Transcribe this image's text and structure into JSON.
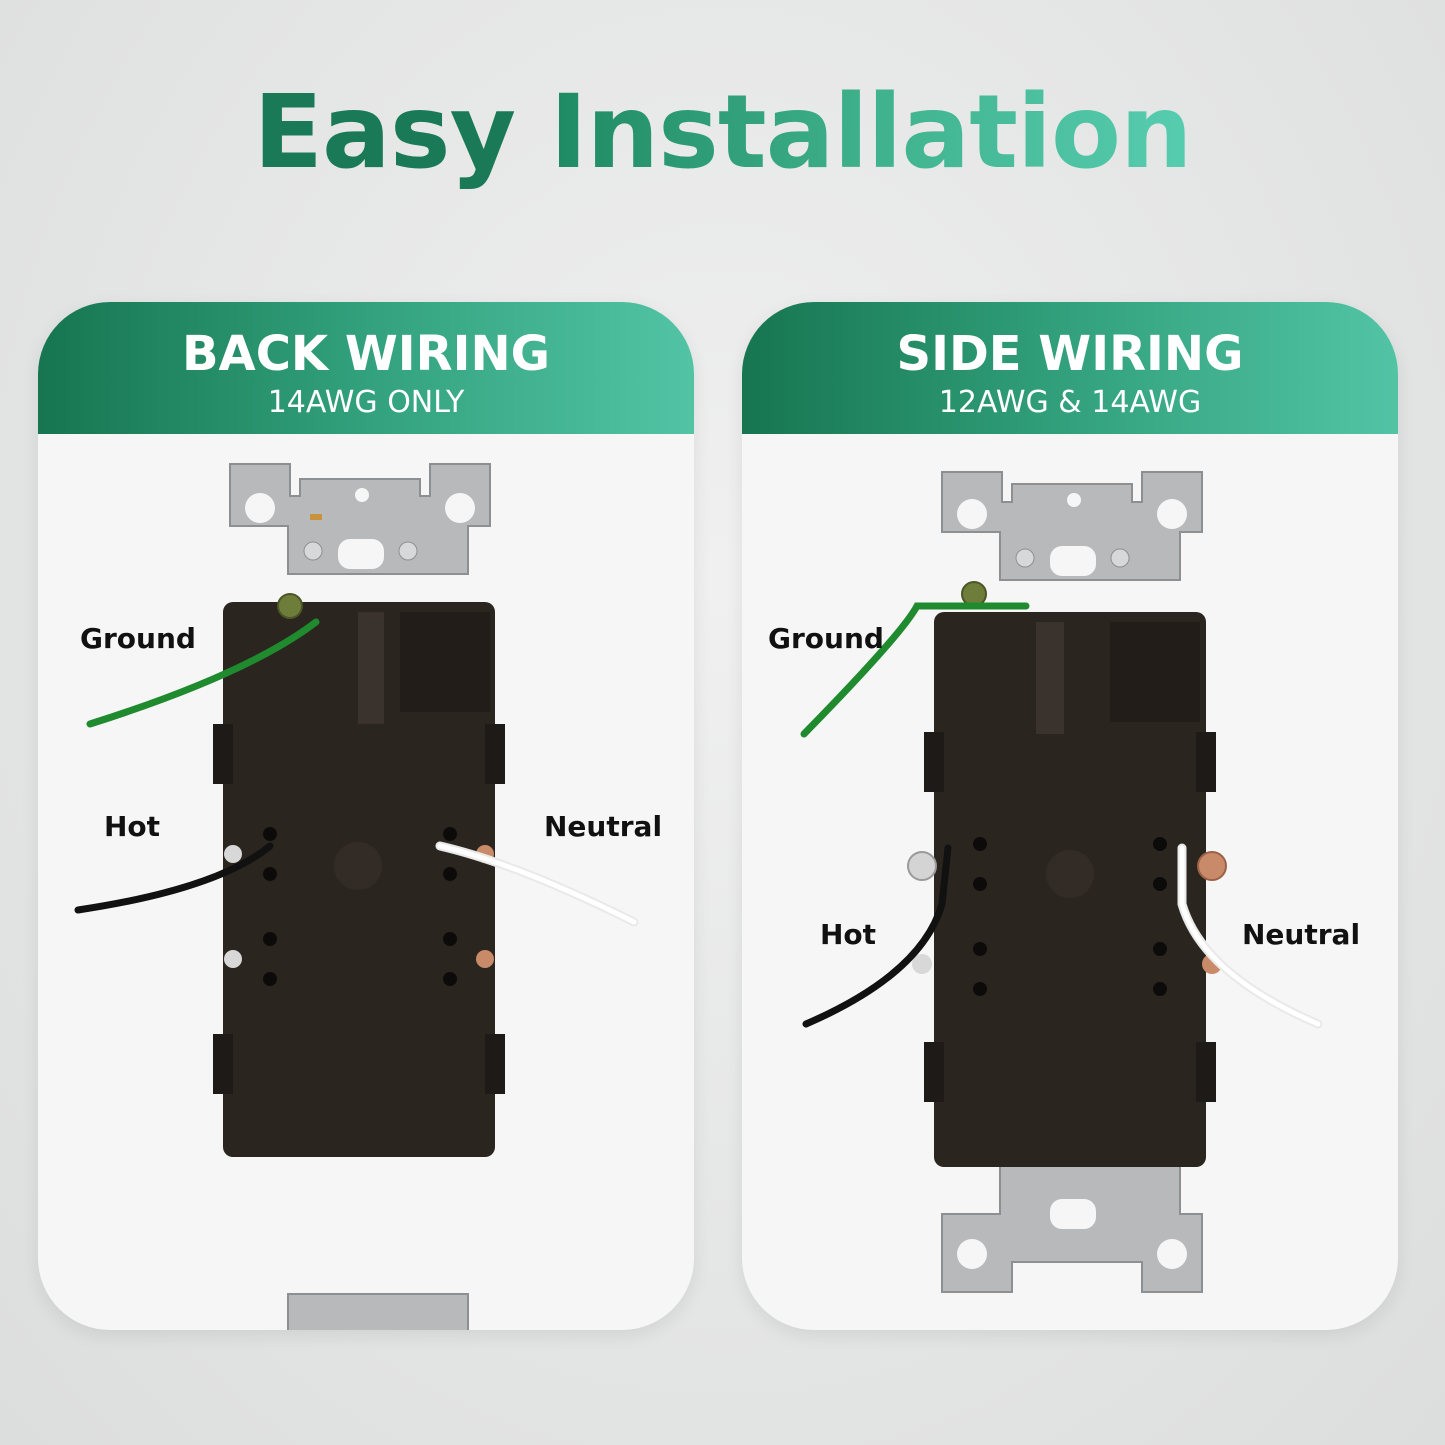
{
  "title": {
    "word1": "Easy",
    "word2": "Installation"
  },
  "panels": [
    {
      "title": "BACK WIRING",
      "subtitle": "14AWG ONLY",
      "labels": {
        "ground": "Ground",
        "hot": "Hot",
        "neutral": "Neutral"
      }
    },
    {
      "title": "SIDE WIRING",
      "subtitle": "12AWG & 14AWG",
      "labels": {
        "ground": "Ground",
        "hot": "Hot",
        "neutral": "Neutral"
      }
    }
  ],
  "colors": {
    "header_start": "#177551",
    "header_end": "#52c4a5",
    "ground_wire": "#1f8a2e",
    "hot_wire": "#111111",
    "neutral_wire": "#ffffff"
  }
}
